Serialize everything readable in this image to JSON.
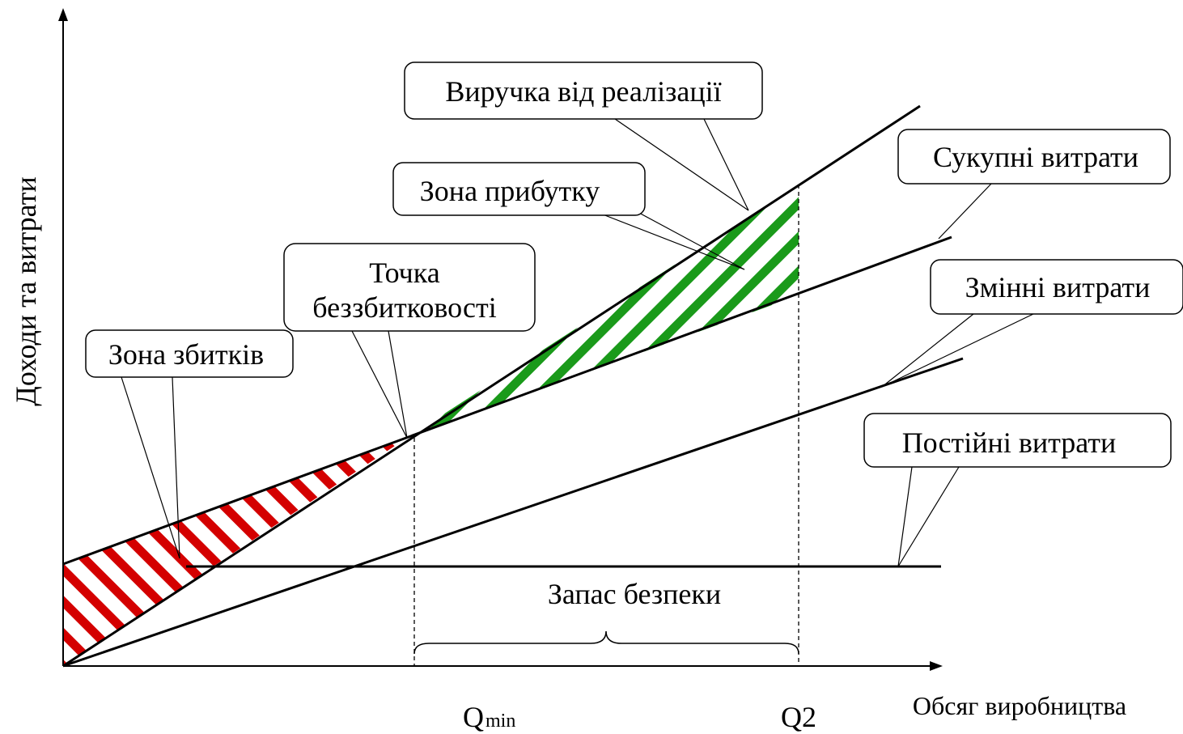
{
  "axes": {
    "y_label": "Доходи та витрати",
    "x_label": "Обсяг виробництва"
  },
  "ticks": {
    "qmin_main": "Q",
    "qmin_sub": "min",
    "q2": "Q2"
  },
  "callouts": {
    "revenue": "Виручка від реалізації",
    "total_costs": "Сукупні витрати",
    "variable_costs": "Змінні витрати",
    "fixed_costs": "Постійні витрати",
    "profit_zone": "Зона прибутку",
    "breakeven_line1": "Точка",
    "breakeven_line2": "беззбитковості",
    "loss_zone": "Зона збитків"
  },
  "safety_margin": "Запас безпеки",
  "colors": {
    "loss_hatch": "#d40000",
    "profit_hatch": "#1a9a1a",
    "lines": "#000000"
  }
}
